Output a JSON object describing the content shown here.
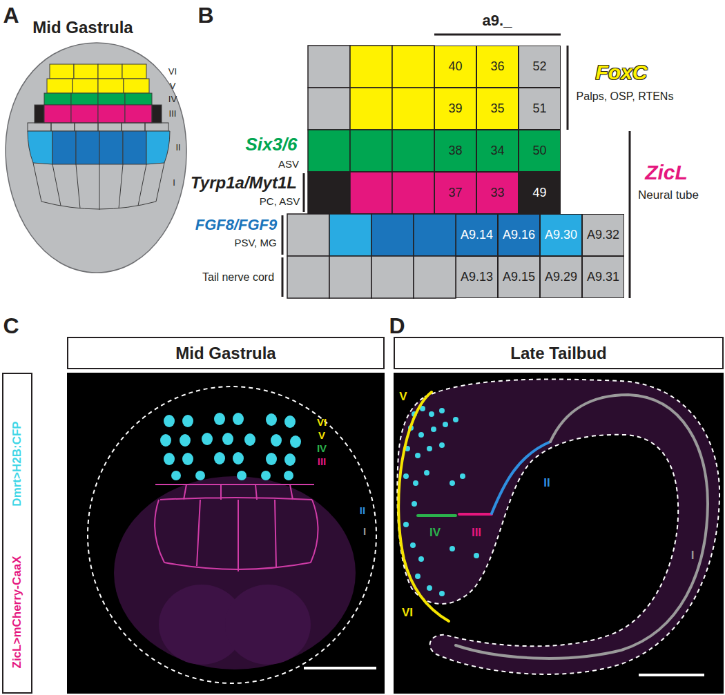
{
  "diagram": {
    "nodes": [
      {
        "text": [
          "40"
        ]
      },
      {
        "text": [
          "36"
        ]
      },
      {
        "text": [
          "52"
        ]
      },
      {
        "text": [
          "39"
        ]
      },
      {
        "text": [
          "35"
        ]
      },
      {
        "text": [
          "51"
        ]
      },
      {
        "text": [
          "38"
        ]
      },
      {
        "text": [
          "34"
        ]
      },
      {
        "text": [
          "50"
        ]
      },
      {
        "text": [
          "37"
        ]
      },
      {
        "text": [
          "33"
        ]
      },
      {
        "text": [
          "49"
        ]
      },
      {
        "text": [
          "A9.14"
        ]
      },
      {
        "text": [
          "A9.16"
        ]
      },
      {
        "text": [
          "A9.30"
        ]
      },
      {
        "text": [
          "A9.32"
        ]
      },
      {
        "text": [
          "A9.13"
        ]
      },
      {
        "text": [
          "A9.15"
        ]
      },
      {
        "text": [
          "A9.29"
        ]
      },
      {
        "text": [
          "A9.31"
        ]
      },
      {
        "text": [
          "Mid Gastrula"
        ]
      },
      {
        "text": [
          "Late Tailbud"
        ]
      },
      {
        "text": [
          "Dmrt>H2B:CFP",
          "ZicL>mCherry-CaaX"
        ]
      }
    ],
    "labels": [
      "A",
      "Mid Gastrula",
      "VI",
      "V",
      "IV",
      "III",
      "II",
      "I",
      "B",
      "a9._",
      "FoxC",
      "Palps, OSP, RTENs",
      "ZicL",
      "Neural tube",
      "Six3/6",
      "ASV",
      "Tyrp1a/Myt1L",
      "PC, ASV",
      "FGF8/FGF9",
      "PSV, MG",
      "Tail nerve cord",
      "C",
      "VI",
      "V",
      "IV",
      "III",
      "II",
      "I",
      "D",
      "V",
      "IV",
      "III",
      "II",
      "VI",
      "I"
    ]
  }
}
